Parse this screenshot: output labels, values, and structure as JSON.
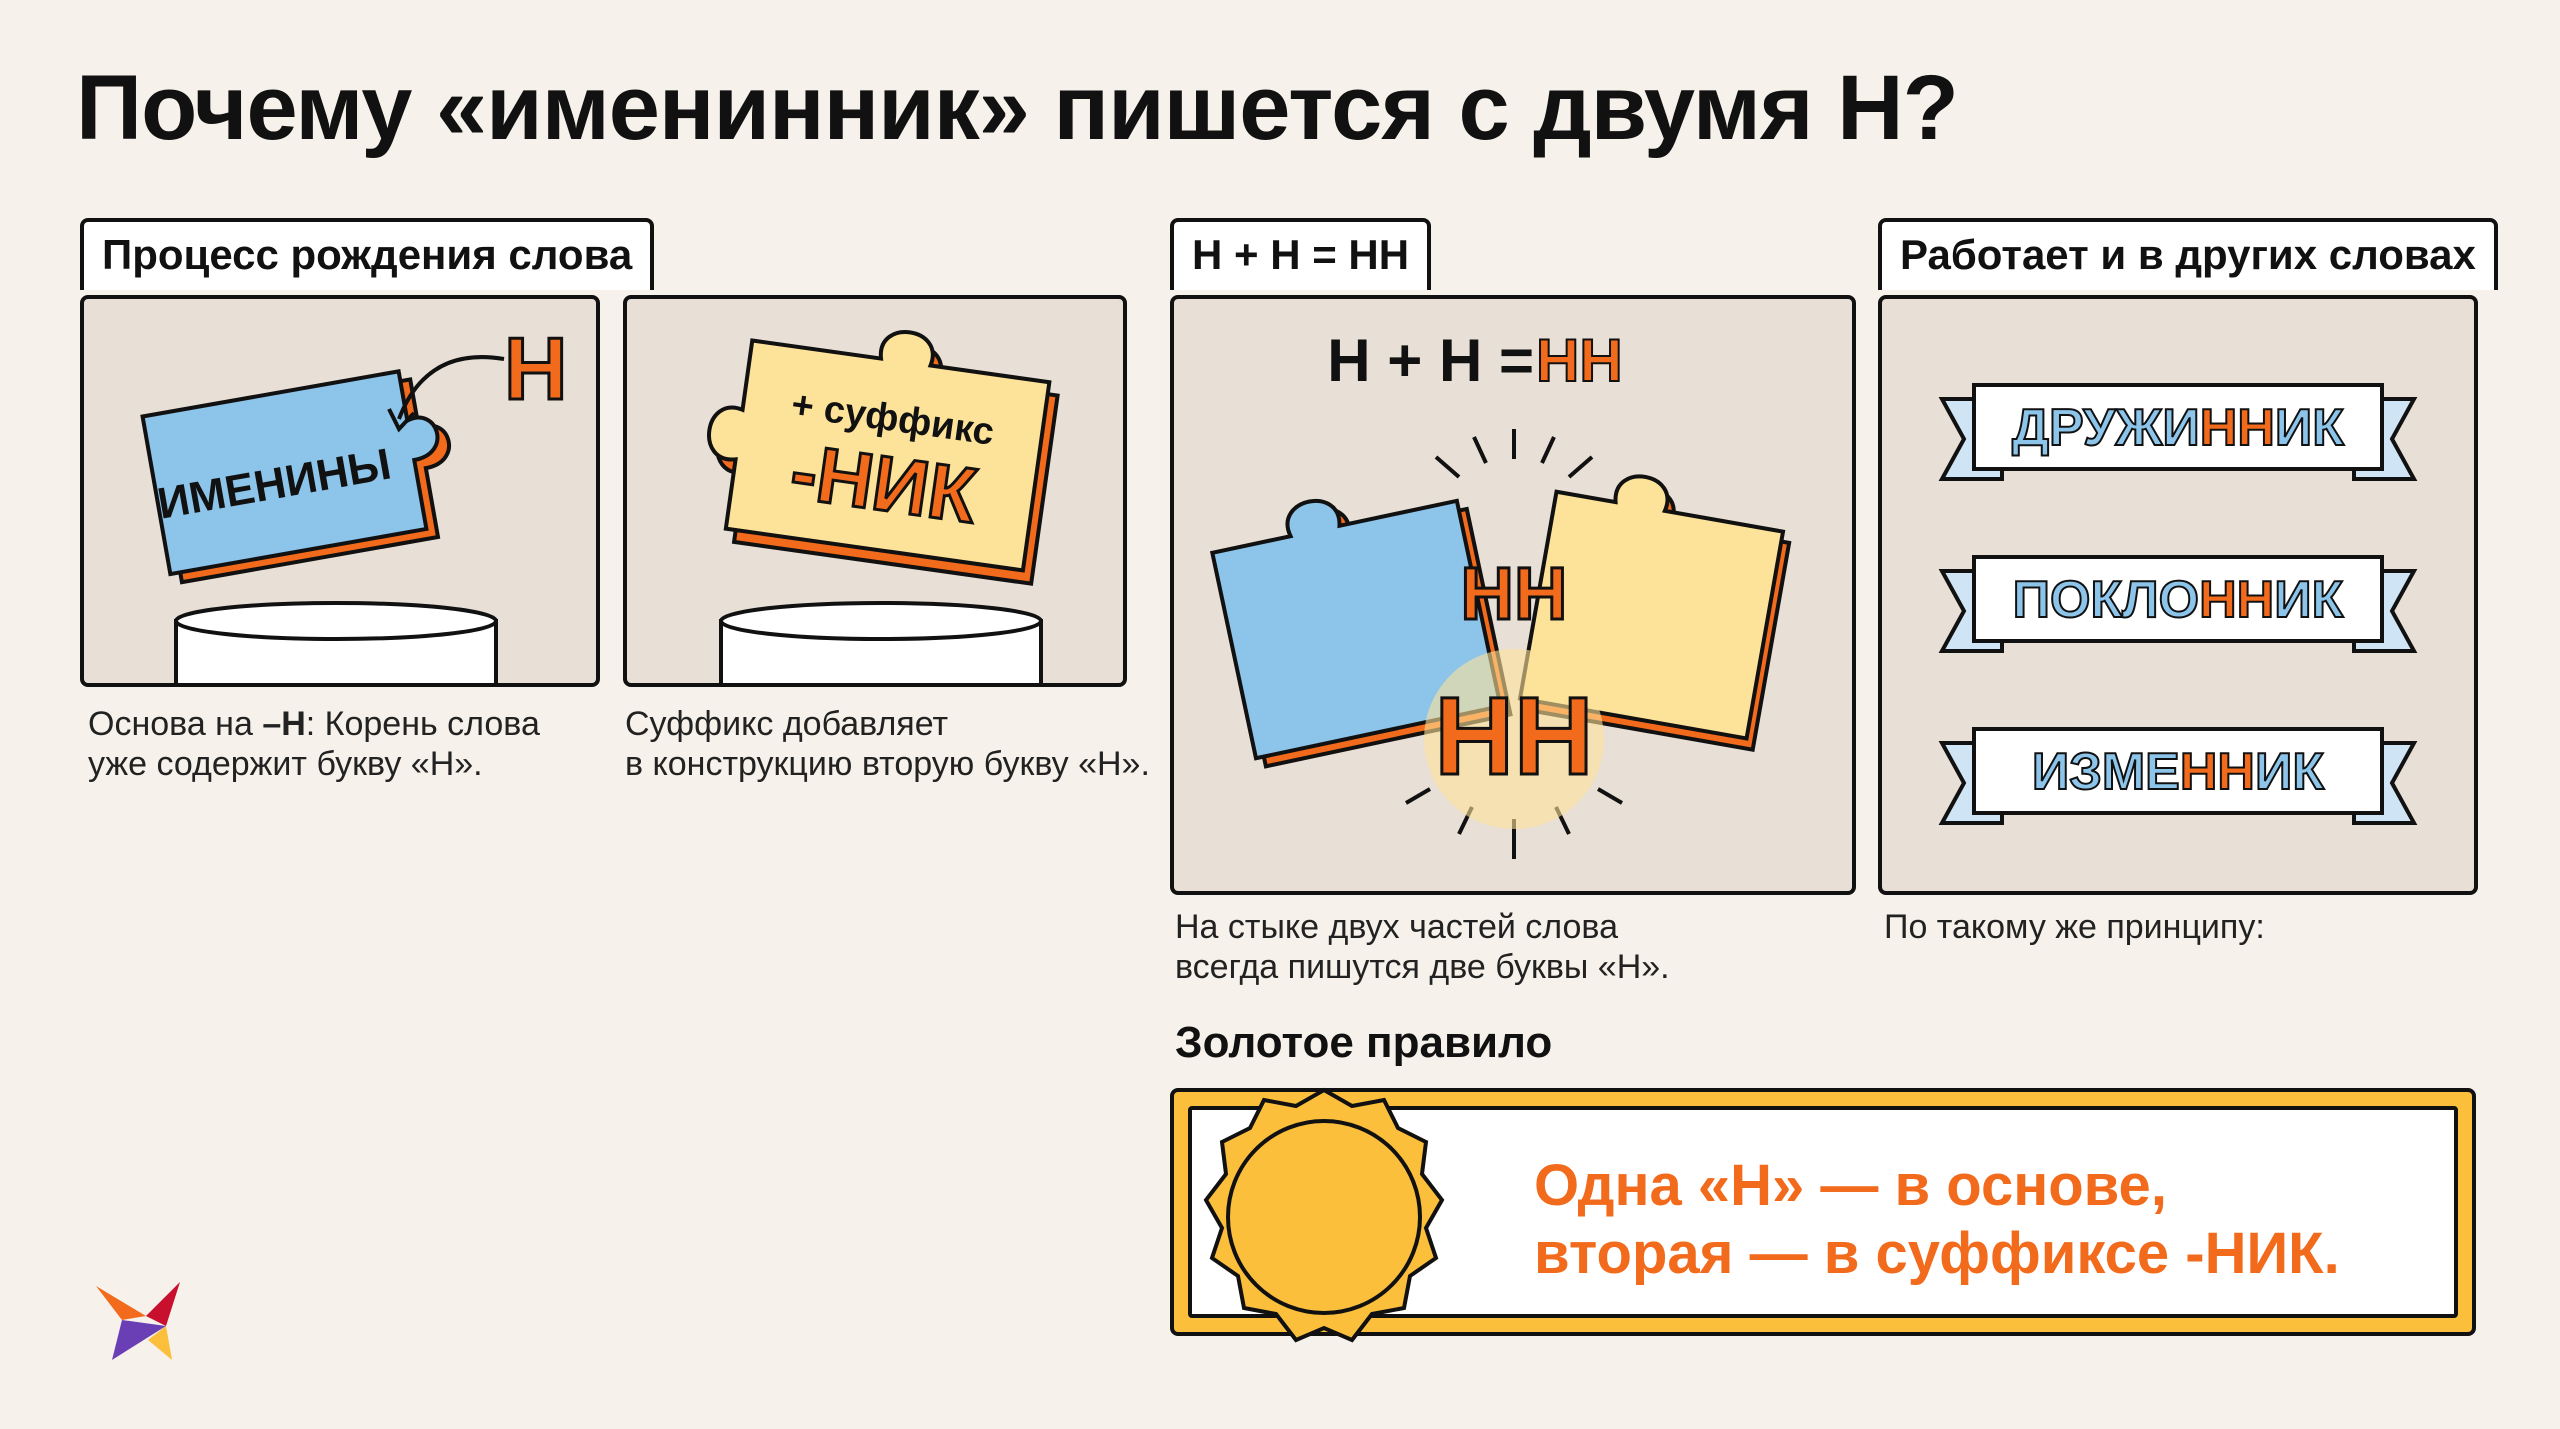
{
  "title": "Почему «именинник» пишется с двумя Н?",
  "sections": {
    "birth": {
      "tab": "Процесс рождения слова",
      "panel1": {
        "puzzle_word": "ИМЕНИНЫ",
        "letter": "Н",
        "caption_prefix": "Основа на ",
        "caption_bold": "–Н",
        "caption_rest": ": Корень слова",
        "caption_line2": "уже содержит букву «Н»."
      },
      "panel2": {
        "suffix_label": "+ суффикс",
        "suffix": "-НИК",
        "caption_line1": "Суффикс добавляет",
        "caption_line2": "в конструкцию вторую букву «Н»."
      }
    },
    "equation": {
      "tab": "Н + Н = НН",
      "headline_left": "Н + Н = ",
      "headline_right": "НН",
      "piece_label": "НН",
      "glow_label": "НН",
      "caption_line1": "На стыке двух частей слова",
      "caption_line2": "всегда пишутся две буквы «Н»."
    },
    "other": {
      "tab": "Работает и в других словах",
      "words": [
        {
          "before": "ДРУЖИ",
          "hl": "НН",
          "after": "ИК"
        },
        {
          "before": "ПОКЛО",
          "hl": "НН",
          "after": "ИК"
        },
        {
          "before": "ИЗМЕ",
          "hl": "НН",
          "after": "ИК"
        }
      ],
      "caption": "По такому же принципу:"
    },
    "rule": {
      "heading": "Золотое правило",
      "line1": "Одна «Н» — в основе,",
      "line2": "вторая — в суффиксе -НИК."
    }
  },
  "colors": {
    "orange": "#f26a1b",
    "blue": "#8cc4ea",
    "yellow": "#fde39a",
    "gold": "#fbbf3c",
    "panel_bg": "#e8dfd6"
  },
  "icons": {
    "logo": "bird-logo-icon"
  }
}
